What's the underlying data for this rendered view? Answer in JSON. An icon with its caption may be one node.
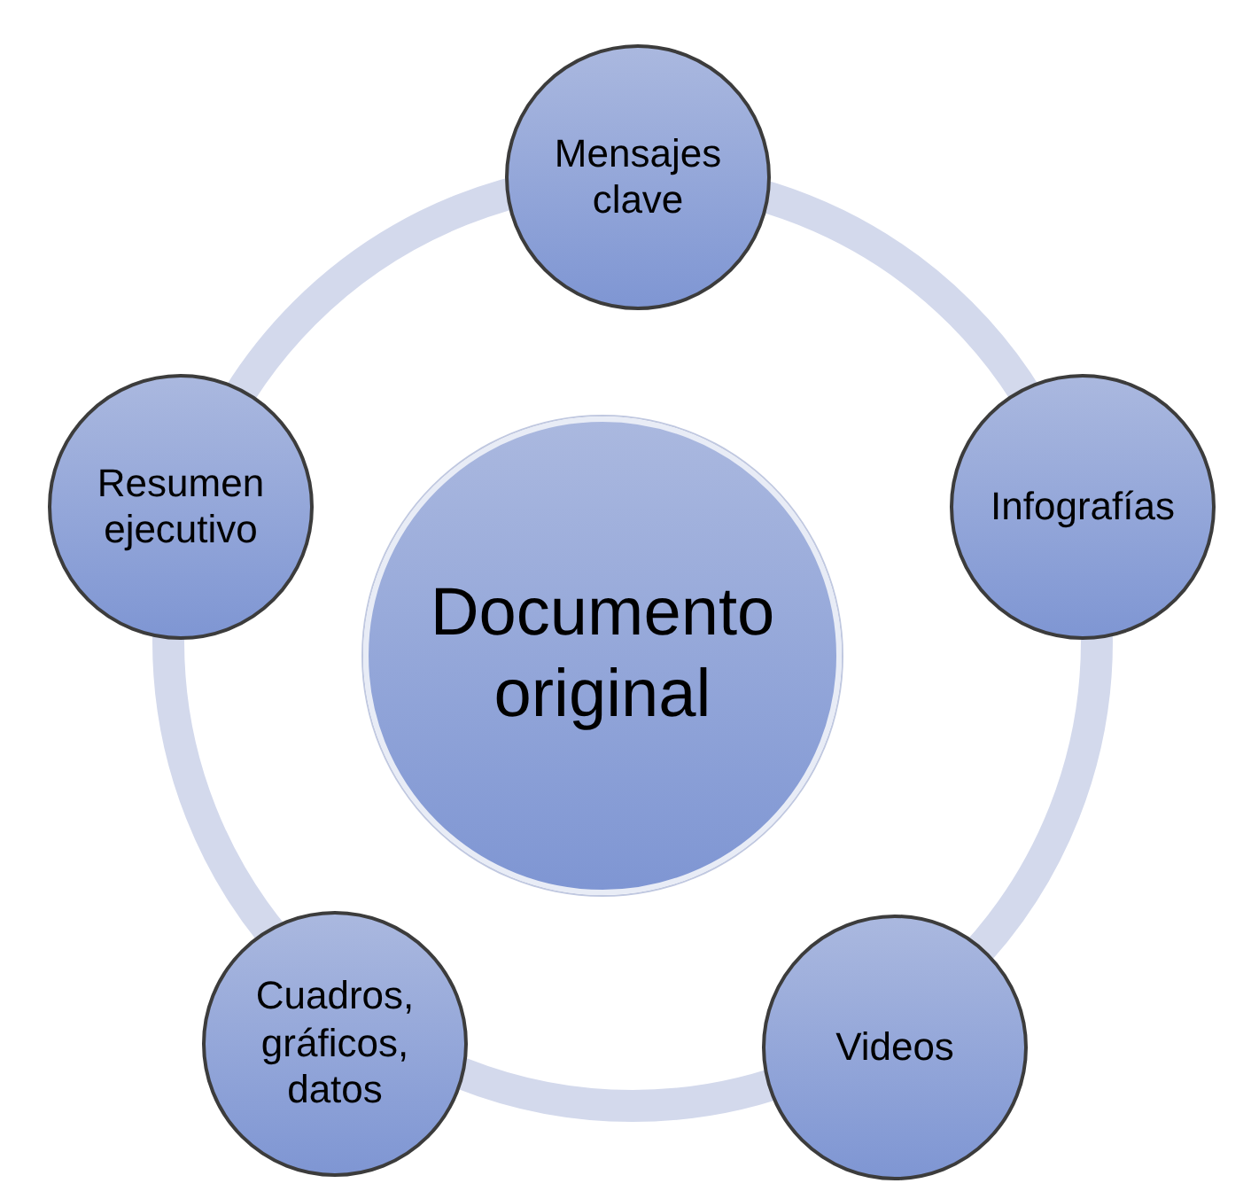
{
  "diagram": {
    "nodes": [
      {
        "text": [
          "Documento original"
        ]
      },
      {
        "text": [
          "Mensajes clave"
        ]
      },
      {
        "text": [
          "Infografías"
        ]
      },
      {
        "text": [
          "Videos"
        ]
      },
      {
        "text": [
          "Cuadros, gráficos, datos"
        ]
      },
      {
        "text": [
          "Resumen ejecutivo"
        ]
      }
    ]
  }
}
